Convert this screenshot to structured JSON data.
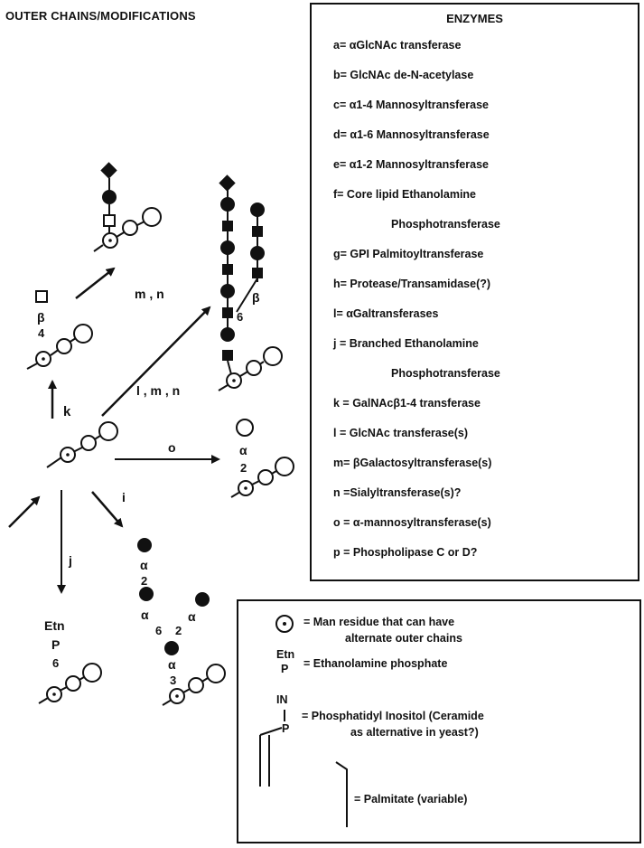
{
  "title": "OUTER CHAINS/MODIFICATIONS",
  "enzymes": {
    "heading": "ENZYMES",
    "lines": [
      "a= αGlcNAc transferase",
      "b= GlcNAc de-N-acetylase",
      "c= α1-4 Mannosyltransferase",
      "d= α1-6 Mannosyltransferase",
      "e= α1-2 Mannosyltransferase",
      "f= Core lipid Ethanolamine",
      "Phosphotransferase",
      "g= GPI Palmitoyltransferase",
      "h= Protease/Transamidase(?)",
      "l= αGaltransferases",
      "j = Branched Ethanolamine",
      "Phosphotransferase",
      "k = GalNAcβ1-4 transferase",
      "l = GlcNAc transferase(s)",
      "m= βGalactosyltransferase(s)",
      "n =Sialyltransferase(s)?",
      "o = α-mannosyltransferase(s)",
      "p = Phospholipase C or D?"
    ]
  },
  "legend": {
    "man_residue": "= Man residue that can have",
    "man_residue_2": "alternate outer chains",
    "etn_top": "Etn",
    "etn_bottom": "P",
    "etn_text": "= Ethanolamine phosphate",
    "in_label": "IN",
    "p_label": "P",
    "pi_text": "= Phosphatidyl Inositol (Ceramide",
    "pi_text_2": "as alternative in yeast?)",
    "palm_text": "= Palmitate (variable)"
  },
  "diagram": {
    "k_label": "k",
    "mn_label": "m , n",
    "lmn_label": "l , m , n",
    "o_label": "o",
    "i_label": "i",
    "j_label": "j",
    "beta": "β",
    "four": "4",
    "six": "6",
    "alpha": "α",
    "two": "2",
    "three": "3",
    "etn": "Etn",
    "p": "P"
  }
}
